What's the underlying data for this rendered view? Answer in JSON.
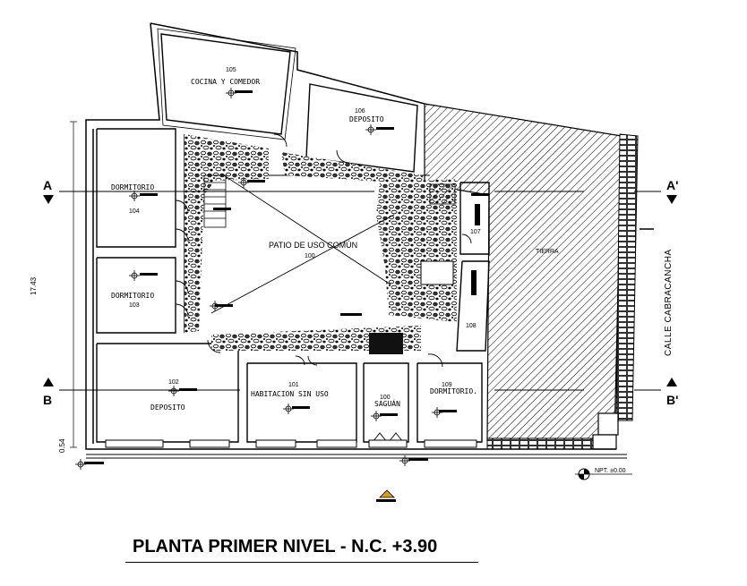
{
  "title": "PLANTA PRIMER NIVEL - N.C. +3.90",
  "street": "CALLE CABRACANCHA",
  "patio": {
    "name": "PATIO DE USO COMÚN",
    "number": "100"
  },
  "rooms": [
    {
      "number": "105",
      "name": "COCINA Y COMEDOR"
    },
    {
      "number": "106",
      "name": "DEPOSITO"
    },
    {
      "number": "104",
      "name": "DORMITORIO"
    },
    {
      "number": "103",
      "name": "DORMITORIO"
    },
    {
      "number": "107",
      "name": ""
    },
    {
      "number": "108",
      "name": ""
    },
    {
      "number": "102",
      "name": "DEPOSITO"
    },
    {
      "number": "101",
      "name": "HABITACION SIN USO"
    },
    {
      "number": "100",
      "name": "SAGUÁN"
    },
    {
      "number": "109",
      "name": "DORMITORIO."
    }
  ],
  "tierra_label": "TIERRA",
  "sections": {
    "a": "A",
    "a_prime": "A'",
    "b": "B",
    "b_prime": "B'"
  },
  "dims": {
    "left": "17.43",
    "bottom": "0.54"
  },
  "level": "NPT. ±0.00",
  "colors": {
    "line": "#000000",
    "background": "#ffffff",
    "marker": "#d4a017"
  }
}
